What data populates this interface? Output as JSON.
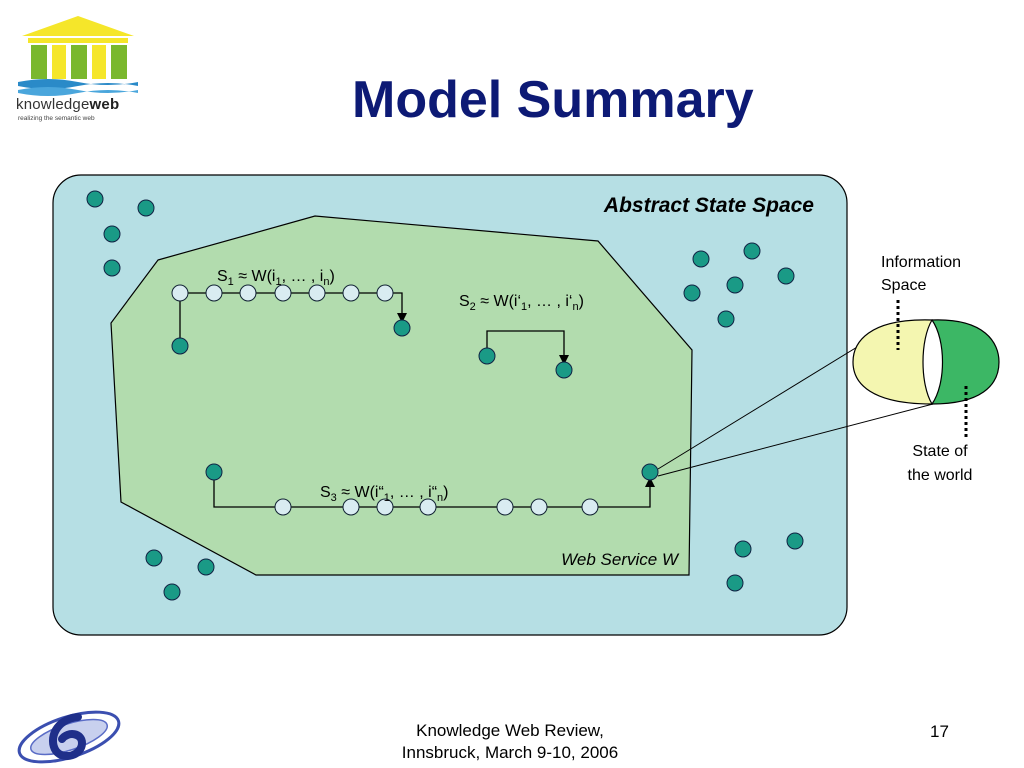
{
  "logo": {
    "word_regular": "knowledge",
    "word_bold": "web",
    "tagline": "realizing the semantic web"
  },
  "title": "Model Summary",
  "diagram": {
    "outer_label": "Abstract State Space",
    "inner_label": "Web Service W",
    "s1_main": "S",
    "s1_sub": "1",
    "s1_rest": " ≈ W(i",
    "s1_sub_a": "1",
    "s1_mid": ", … , i",
    "s1_sub_b": "n",
    "s1_end": ")",
    "s2_main": "S",
    "s2_sub": "2",
    "s2_rest": " ≈ W(i‘",
    "s2_sub_a": "1",
    "s2_mid": ", … , i‘",
    "s2_sub_b": "n",
    "s2_end": ")",
    "s3_main": "S",
    "s3_sub": "3",
    "s3_rest": " ≈ W(i“",
    "s3_sub_a": "1",
    "s3_mid": ", … , i“",
    "s3_sub_b": "n",
    "s3_end": ")",
    "info_space_line1": "Information",
    "info_space_line2": "Space",
    "state_world_line1": "State of",
    "state_world_line2": "the world"
  },
  "colors": {
    "title": "#0d1a75",
    "outer_fill": "#b6dfe4",
    "inner_fill": "#b2dcae",
    "state_dot": "#1a9a86",
    "chain_node": "#d9ecf1",
    "info_space_fill": "#f4f6b0",
    "world_fill": "#3cb765"
  },
  "footer": {
    "line1": "Knowledge Web Review,",
    "line2": "Innsbruck, March 9-10, 2006",
    "page": "17"
  }
}
